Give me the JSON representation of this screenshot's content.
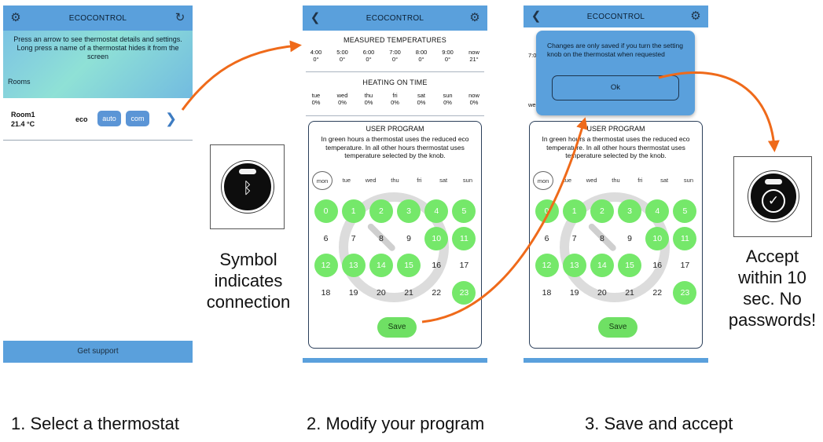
{
  "app_title": "ECOCONTROL",
  "icons": {
    "gear": "gear-icon",
    "refresh": "refresh-icon",
    "back": "back-icon",
    "chevron": "chevron-right-icon",
    "bluetooth": "bluetooth-icon",
    "check": "checkmark-icon"
  },
  "colors": {
    "header": "#5aa0dc",
    "green": "#75e86a",
    "arrow": "#ef6a1a"
  },
  "screen1": {
    "message": "Press an arrow to see thermostat details and settings. Long press a name of a thermostat hides it from the screen",
    "rooms_label": "Rooms",
    "room": {
      "name": "Room1",
      "temp": "21.4 °C",
      "mode": "eco",
      "auto_label": "auto",
      "com_label": "com"
    },
    "support": "Get support"
  },
  "screen2": {
    "measured_title": "MEASURED TEMPERATURES",
    "measured": [
      {
        "t": "4:00",
        "v": "0°"
      },
      {
        "t": "5:00",
        "v": "0°"
      },
      {
        "t": "6:00",
        "v": "0°"
      },
      {
        "t": "7:00",
        "v": "0°"
      },
      {
        "t": "8:00",
        "v": "0°"
      },
      {
        "t": "9:00",
        "v": "0°"
      },
      {
        "t": "now",
        "v": "21°"
      }
    ],
    "heating_title": "HEATING ON TIME",
    "heating": [
      {
        "d": "tue",
        "v": "0%"
      },
      {
        "d": "wed",
        "v": "0%"
      },
      {
        "d": "thu",
        "v": "0%"
      },
      {
        "d": "fri",
        "v": "0%"
      },
      {
        "d": "sat",
        "v": "0%"
      },
      {
        "d": "sun",
        "v": "0%"
      },
      {
        "d": "now",
        "v": "0%"
      }
    ],
    "user_title": "USER PROGRAM",
    "user_desc": "In green hours a thermostat uses the reduced eco temperature. In all other hours thermostat uses temperature selected by the knob.",
    "days": [
      "mon",
      "tue",
      "wed",
      "thu",
      "fri",
      "sat",
      "sun"
    ],
    "selected_day": "mon",
    "hours": [
      "0",
      "1",
      "2",
      "3",
      "4",
      "5",
      "6",
      "7",
      "8",
      "9",
      "10",
      "11",
      "12",
      "13",
      "14",
      "15",
      "16",
      "17",
      "18",
      "19",
      "20",
      "21",
      "22",
      "23"
    ],
    "green_hours": [
      0,
      1,
      2,
      3,
      4,
      5,
      10,
      11,
      12,
      13,
      14,
      15,
      23
    ],
    "save": "Save"
  },
  "screen3": {
    "dialog_message": "Changes are only saved if you turn the setting knob on the thermostat when requested",
    "ok": "Ok"
  },
  "captions": {
    "symbol": [
      "Symbol",
      "indicates",
      "connection"
    ],
    "accept": [
      "Accept",
      "within 10",
      "sec. No",
      "passwords!"
    ]
  },
  "steps": [
    "1. Select a thermostat",
    "2. Modify your program",
    "3. Save and accept"
  ]
}
